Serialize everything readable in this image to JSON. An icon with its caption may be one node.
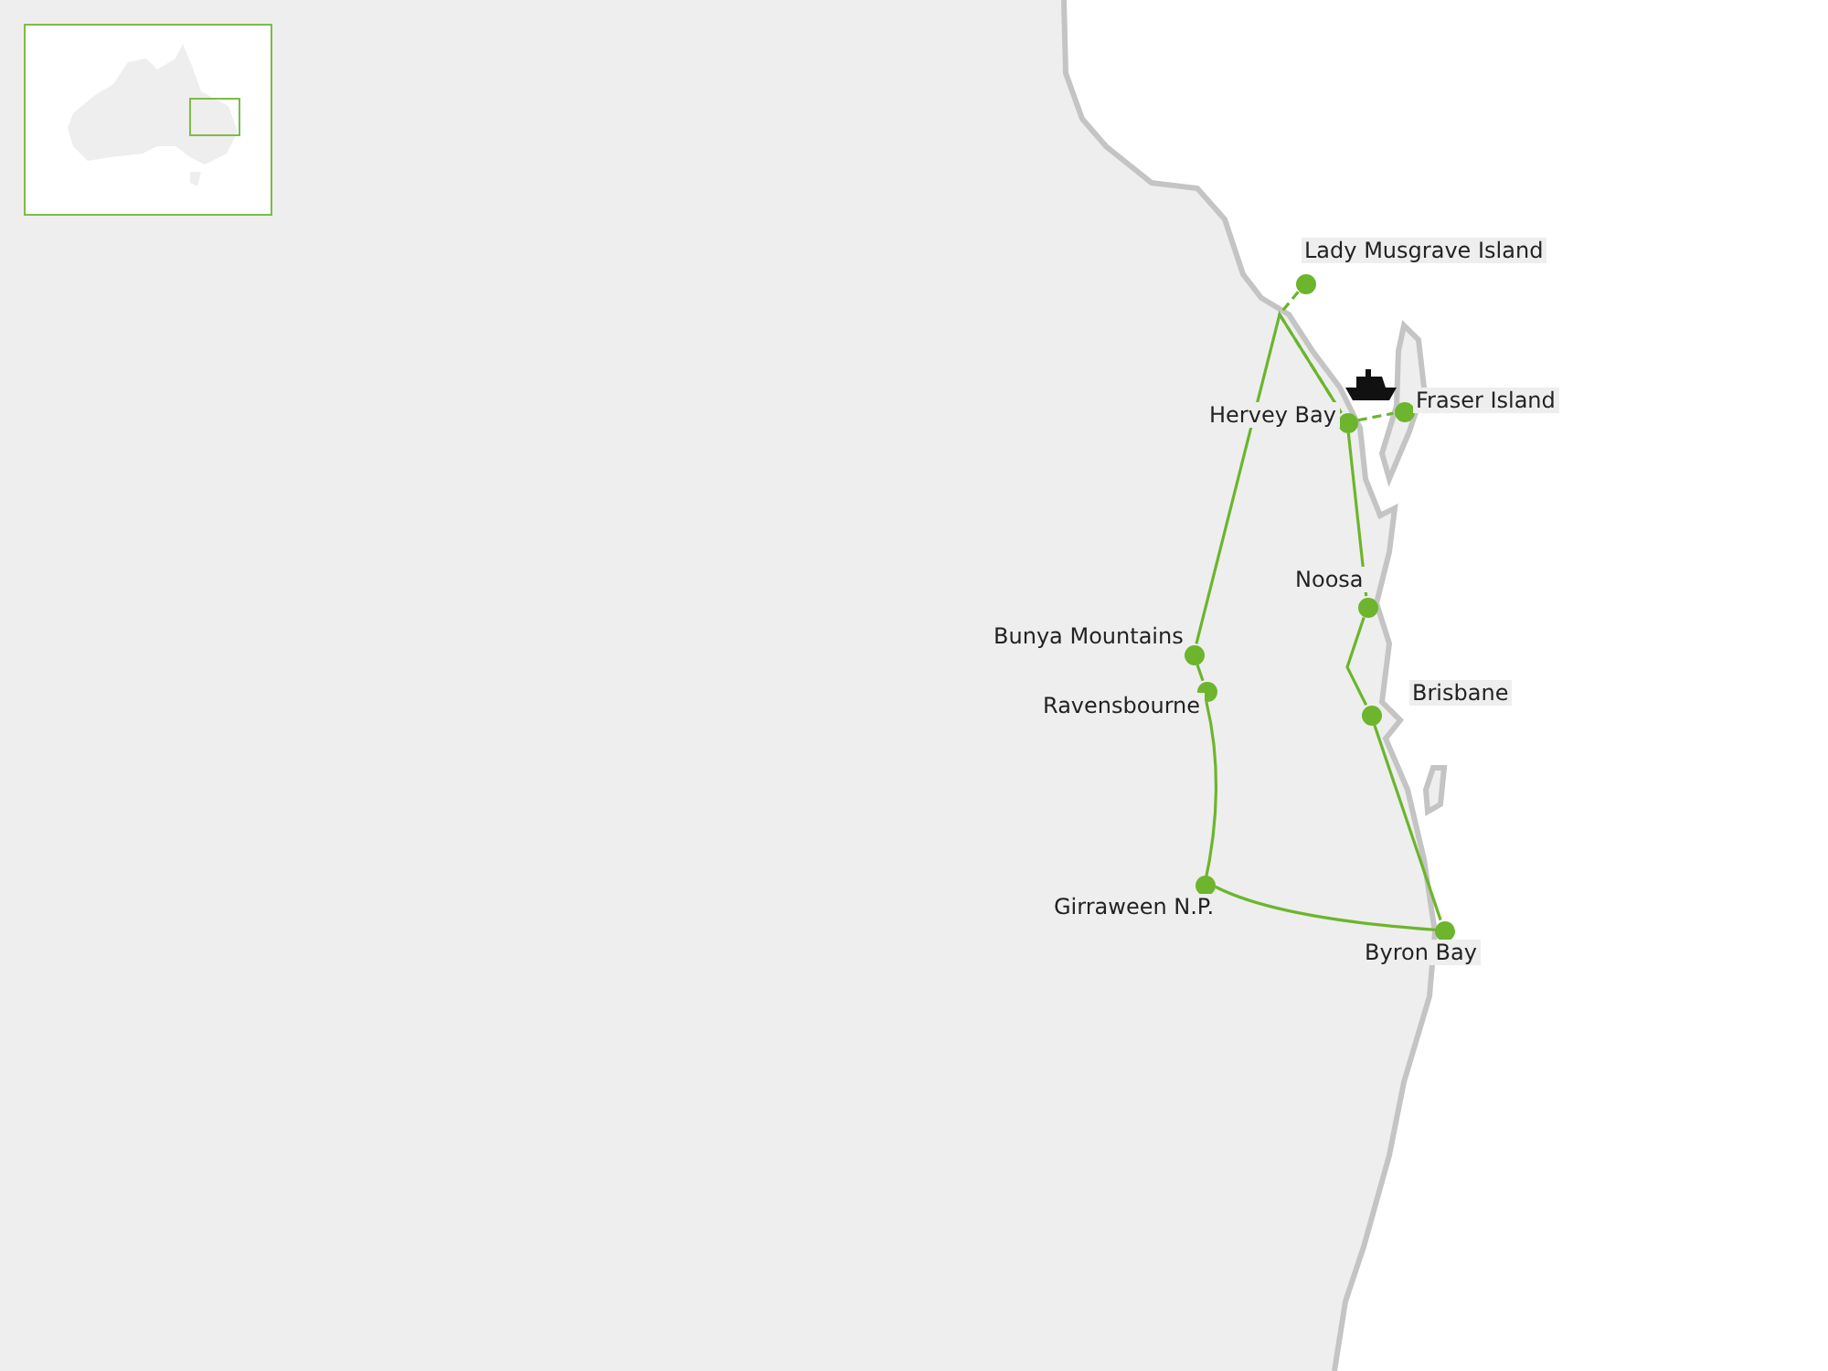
{
  "diagram": {
    "nodes": [
      {
        "text": [
          "Lady Musgrave Island"
        ]
      },
      {
        "text": [
          "Fraser Island"
        ]
      },
      {
        "text": [
          "Hervey Bay"
        ]
      },
      {
        "text": [
          "Noosa"
        ]
      },
      {
        "text": [
          "Bunya Mountains"
        ]
      },
      {
        "text": [
          "Ravensbourne"
        ]
      },
      {
        "text": [
          "Brisbane"
        ]
      },
      {
        "text": [
          "Girraween N.P."
        ]
      },
      {
        "text": [
          "Byron Bay"
        ]
      }
    ],
    "edges": [
      {
        "from": 8,
        "to": 6,
        "arrow": "none"
      },
      {
        "from": 6,
        "to": 3,
        "arrow": "none"
      },
      {
        "from": 3,
        "to": 2,
        "arrow": "none"
      },
      {
        "from": 2,
        "to": 1,
        "arrow": "none",
        "style": "dashed"
      },
      {
        "from": 2,
        "to": 4,
        "arrow": "none"
      },
      {
        "from": 0,
        "to": 2,
        "arrow": "none",
        "style": "dashed"
      },
      {
        "from": 4,
        "to": 5,
        "arrow": "none"
      },
      {
        "from": 5,
        "to": 7,
        "arrow": "none"
      },
      {
        "from": 7,
        "to": 8,
        "arrow": "none"
      }
    ]
  }
}
